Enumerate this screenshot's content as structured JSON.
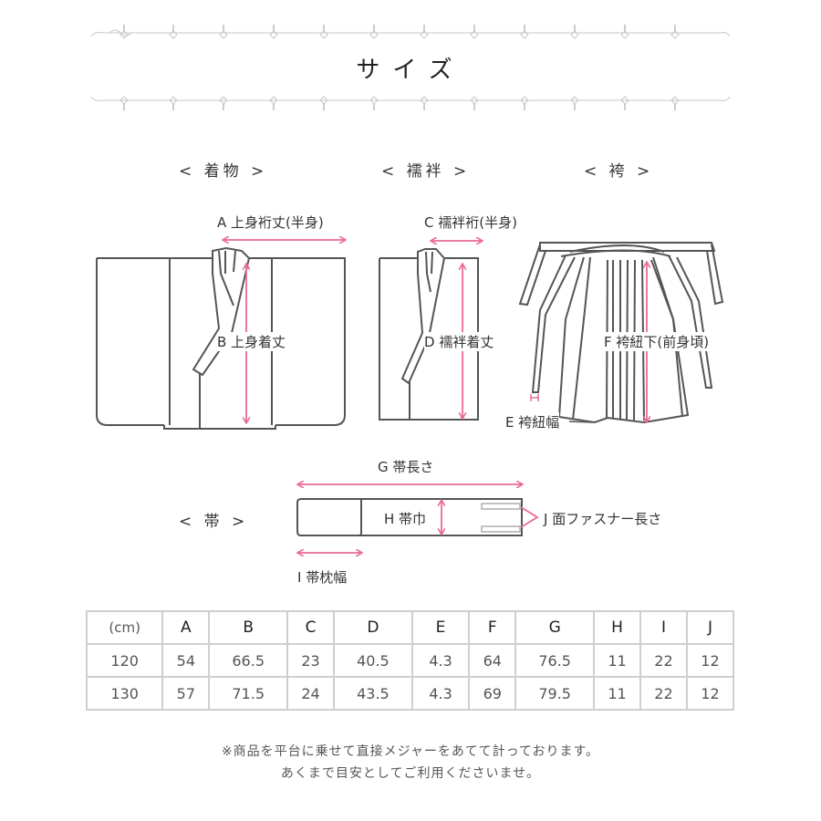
{
  "title": "サイズ",
  "sections": {
    "kimono": "< 着物 >",
    "juban": "< 襦袢 >",
    "hakama": "< 袴 >",
    "obi": "< 帯 >"
  },
  "labels": {
    "A": "A 上身裄丈(半身)",
    "B": "B 上身着丈",
    "C": "C 襦袢裄(半身)",
    "D": "D 襦袢着丈",
    "E": "E 袴紐幅",
    "F": "F 袴紐下(前身頃)",
    "G": "G 帯長さ",
    "H": "H 帯巾",
    "I": "I 帯枕幅",
    "J": "J 面ファスナー長さ"
  },
  "colors": {
    "accent": "#e96a95",
    "line": "#555555",
    "table_border": "#cfcfcf"
  },
  "table": {
    "headers": [
      "(cm)",
      "A",
      "B",
      "C",
      "D",
      "E",
      "F",
      "G",
      "H",
      "I",
      "J"
    ],
    "rows": [
      [
        "120",
        "54",
        "66.5",
        "23",
        "40.5",
        "4.3",
        "64",
        "76.5",
        "11",
        "22",
        "12"
      ],
      [
        "130",
        "57",
        "71.5",
        "24",
        "43.5",
        "4.3",
        "69",
        "79.5",
        "11",
        "22",
        "12"
      ]
    ]
  },
  "notes": {
    "line1": "※商品を平台に乗せて直接メジャーをあてて計っております。",
    "line2": "あくまで目安としてご利用くださいませ。"
  }
}
